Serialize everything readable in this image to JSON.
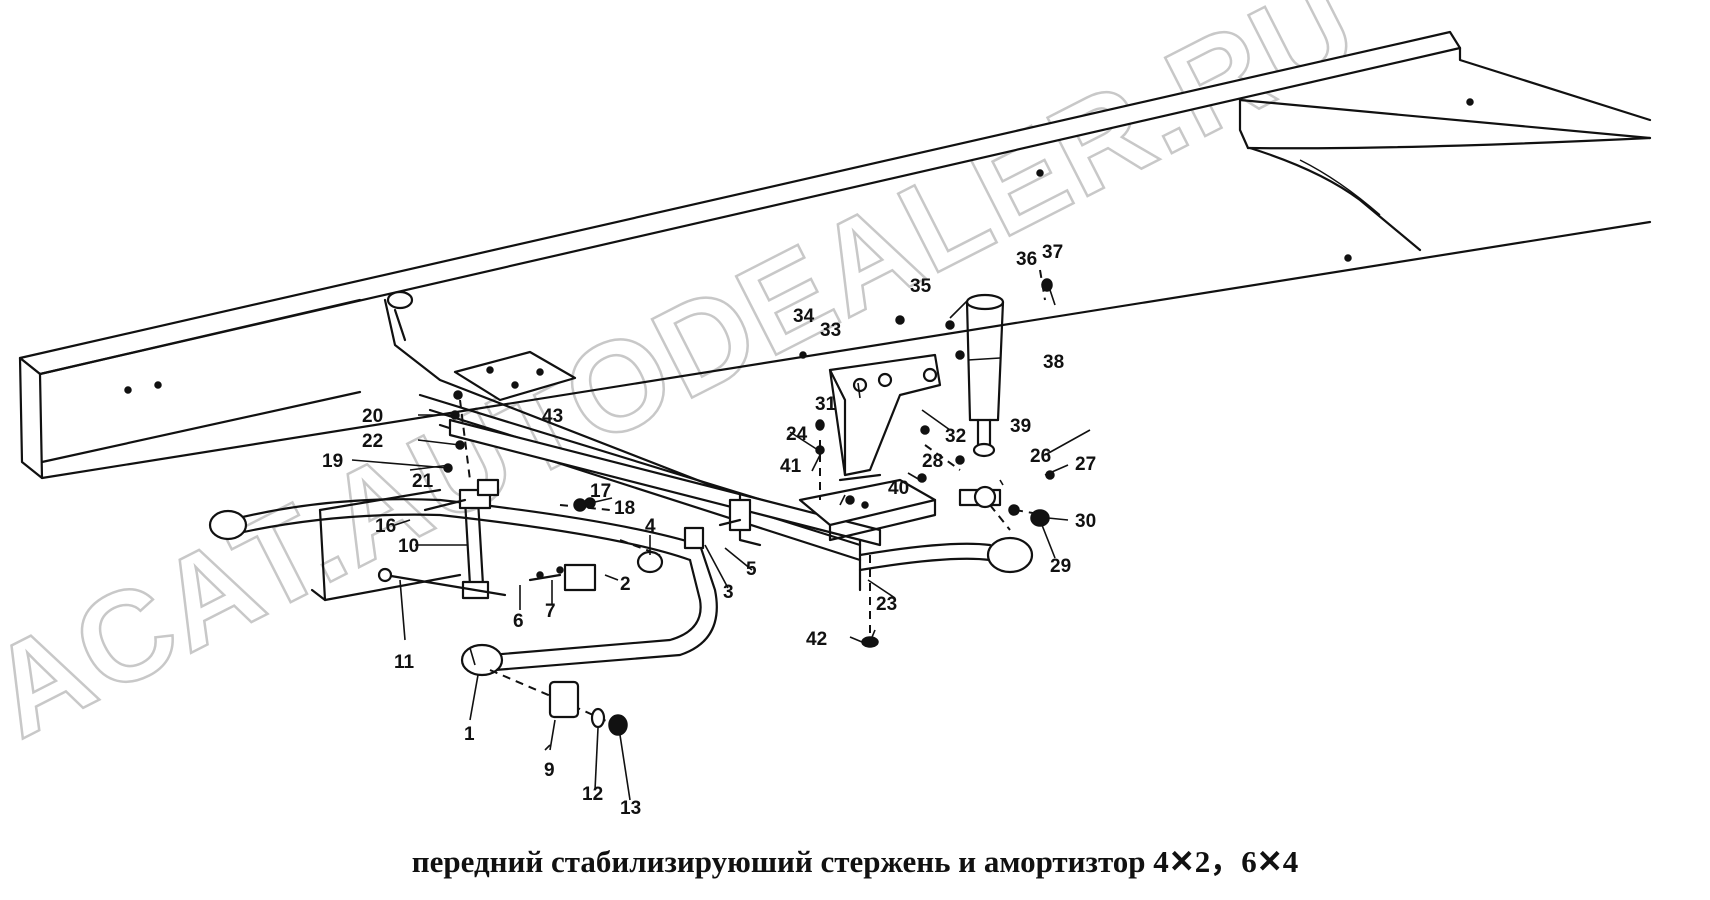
{
  "caption": "передний стабилизируюший стержень и амортизтор 4✕2，6✕4",
  "watermark": "ACAT.AUTODEALER.RU",
  "callouts": {
    "c1": "1",
    "c2": "2",
    "c3": "3",
    "c4": "4",
    "c5": "5",
    "c6": "6",
    "c7": "7",
    "c9": "9",
    "c10": "10",
    "c11": "11",
    "c12": "12",
    "c13": "13",
    "c16": "16",
    "c17": "17",
    "c18": "18",
    "c19": "19",
    "c20": "20",
    "c21": "21",
    "c22": "22",
    "c23": "23",
    "c24": "24",
    "c26": "26",
    "c27": "27",
    "c28": "28",
    "c29": "29",
    "c30": "30",
    "c31": "31",
    "c32": "32",
    "c33": "33",
    "c34": "34",
    "c35": "35",
    "c36": "36",
    "c37": "37",
    "c38": "38",
    "c39": "39",
    "c40": "40",
    "c41": "41",
    "c42": "42",
    "c43": "43"
  },
  "colors": {
    "ink": "#111111",
    "watermark": "#c8c8c8",
    "background": "#ffffff"
  }
}
